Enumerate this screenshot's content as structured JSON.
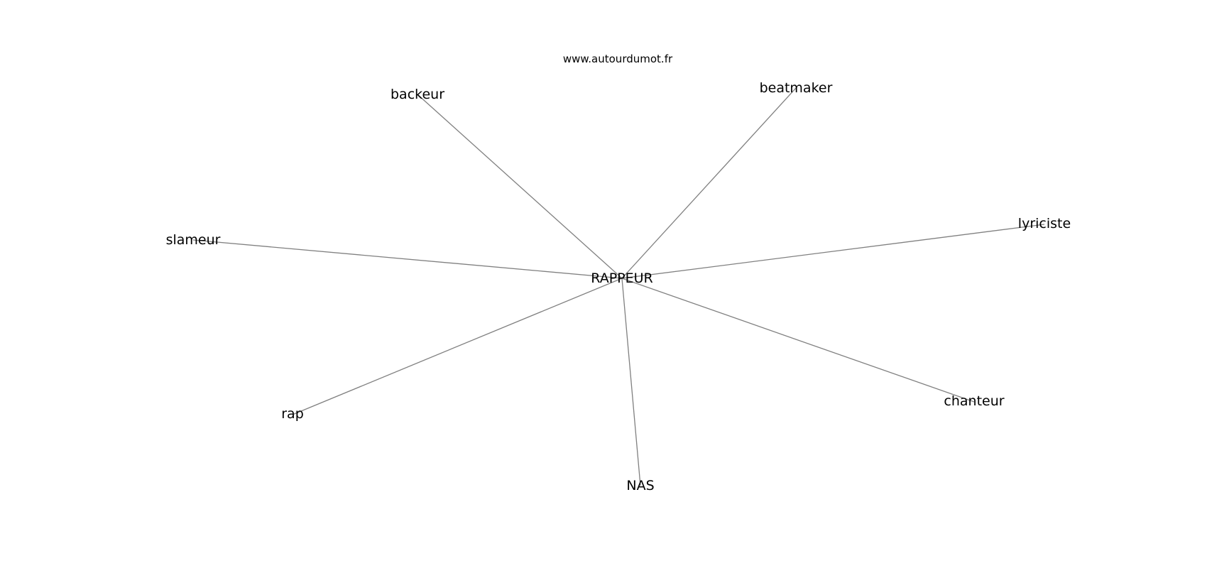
{
  "watermark": "www.autourdumot.fr",
  "graph": {
    "center": {
      "id": "center",
      "label": "RAPPEUR"
    },
    "nodes": [
      {
        "id": "backeur",
        "label": "backeur"
      },
      {
        "id": "beatmaker",
        "label": "beatmaker"
      },
      {
        "id": "lyriciste",
        "label": "lyriciste"
      },
      {
        "id": "slameur",
        "label": "slameur"
      },
      {
        "id": "chanteur",
        "label": "chanteur"
      },
      {
        "id": "rap",
        "label": "rap"
      },
      {
        "id": "nas",
        "label": "NAS"
      }
    ],
    "edges": [
      [
        "center",
        "backeur"
      ],
      [
        "center",
        "beatmaker"
      ],
      [
        "center",
        "lyriciste"
      ],
      [
        "center",
        "slameur"
      ],
      [
        "center",
        "chanteur"
      ],
      [
        "center",
        "rap"
      ],
      [
        "center",
        "nas"
      ]
    ]
  }
}
